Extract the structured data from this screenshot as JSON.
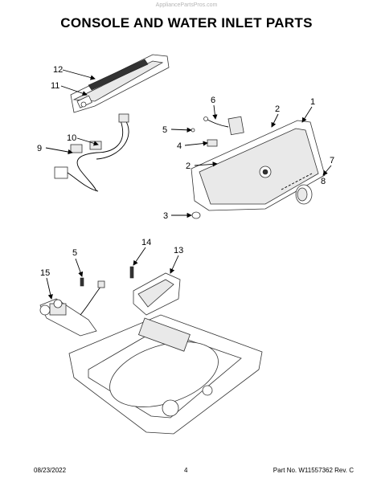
{
  "watermark": "AppliancePartsPros.com",
  "title": "CONSOLE AND WATER INLET PARTS",
  "callouts": [
    "12",
    "11",
    "10",
    "9",
    "6",
    "5",
    "4",
    "2",
    "1",
    "2",
    "7",
    "8",
    "3",
    "14",
    "5",
    "13",
    "15"
  ],
  "footer": {
    "date": "08/23/2022",
    "page": "4",
    "part_no": "Part No. W11557362  Rev. C"
  }
}
